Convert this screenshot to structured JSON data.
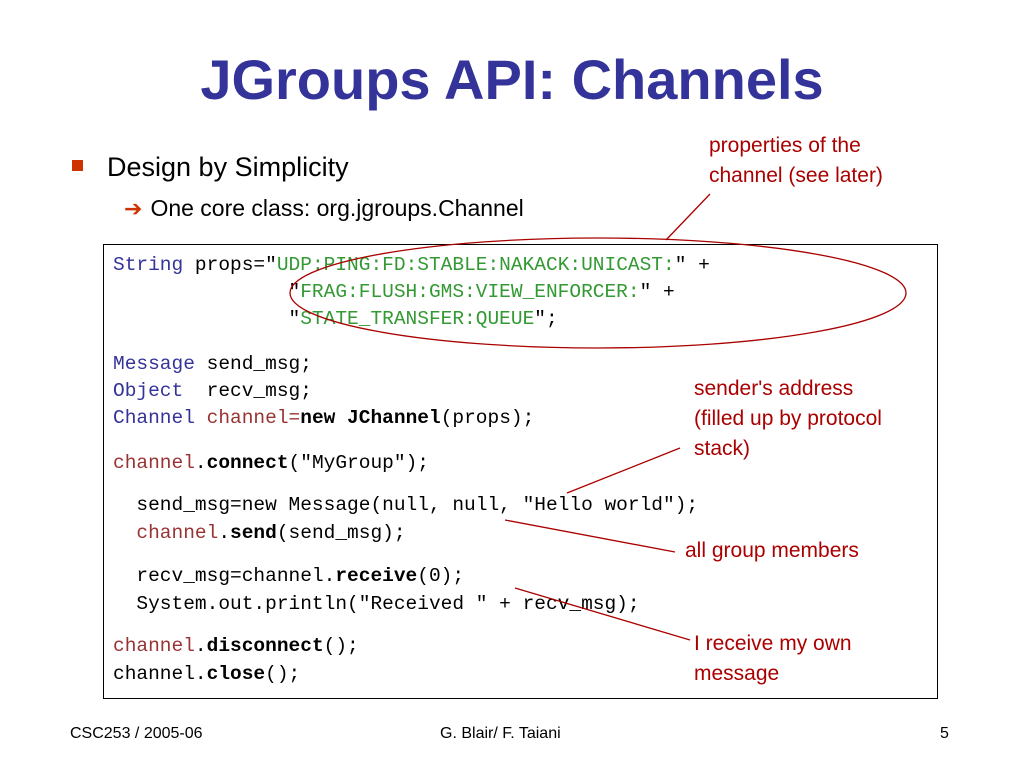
{
  "title": "JGroups API: Channels",
  "bullets": {
    "level1": "Design by Simplicity",
    "level2": "One core class: org.jgroups.Channel"
  },
  "code": {
    "line1": {
      "type": "String",
      "var": " props=\"",
      "str": "UDP:PING:FD:STABLE:NAKACK:UNICAST:",
      "end": "\" +"
    },
    "line2": {
      "pre": "               \"",
      "str": "FRAG:FLUSH:GMS:VIEW_ENFORCER:",
      "end": "\" +"
    },
    "line3": {
      "pre": "               \"",
      "str": "STATE_TRANSFER:QUEUE",
      "end": "\";"
    },
    "line4": {
      "type": "Message",
      "rest": " send_msg;"
    },
    "line5": {
      "type": "Object",
      "rest": "  recv_msg;"
    },
    "line6": {
      "type": "Channel",
      "var": " channel=",
      "new": "new JChannel",
      "rest": "(props);"
    },
    "line7": {
      "obj": "channel",
      "dot": ".",
      "method": "connect",
      "rest": "(\"MyGroup\");"
    },
    "line8": {
      "text": "  send_msg=new Message(null, null, \"Hello world\");"
    },
    "line9": {
      "pre": "  ",
      "obj": "channel",
      "dot": ".",
      "method": "send",
      "rest": "(send_msg);"
    },
    "line10": {
      "pre": "  recv_msg=channel.",
      "method": "receive",
      "rest": "(0);"
    },
    "line11": {
      "text": "  System.out.println(\"Received \" + recv_msg);"
    },
    "line12": {
      "obj": "channel",
      "dot": ".",
      "method": "disconnect",
      "rest": "();"
    },
    "line13": {
      "obj": "channel.",
      "method": "close",
      "rest": "();"
    }
  },
  "annotations": {
    "props": "properties of the channel (see later)",
    "sender": "sender's address (filled up by protocol stack)",
    "group": "all group members",
    "receive": "I receive my own message"
  },
  "footer": {
    "left": "CSC253 / 2005-06",
    "center": "G. Blair/ F. Taiani",
    "right": "5"
  },
  "colors": {
    "title": "#333399",
    "keyword": "#333399",
    "string": "#339933",
    "annotation": "#aa0000",
    "bullet": "#cc3300"
  }
}
